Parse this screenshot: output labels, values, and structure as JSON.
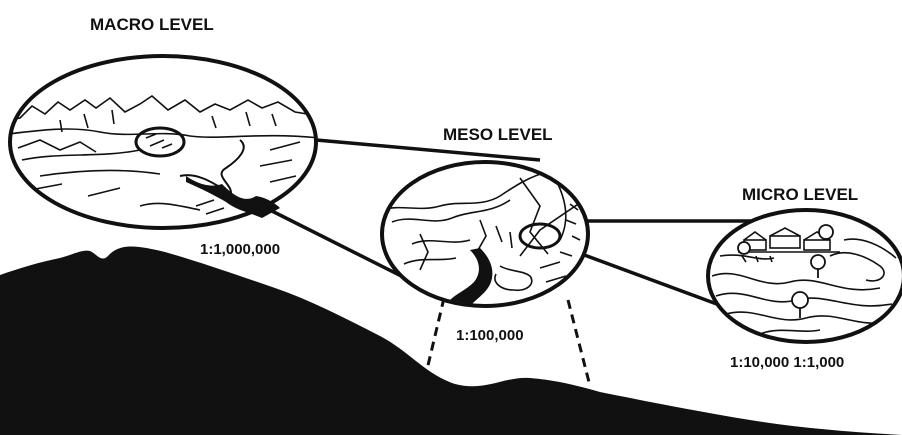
{
  "levels": {
    "macro": {
      "title": "MACRO LEVEL",
      "scale": "1:1,000,000"
    },
    "meso": {
      "title": "MESO LEVEL",
      "scale": "1:100,000"
    },
    "micro": {
      "title": "MICRO LEVEL",
      "scale": "1:10,000 1:1,000"
    }
  },
  "colors": {
    "ink": "#111111",
    "paper": "#ffffff"
  }
}
